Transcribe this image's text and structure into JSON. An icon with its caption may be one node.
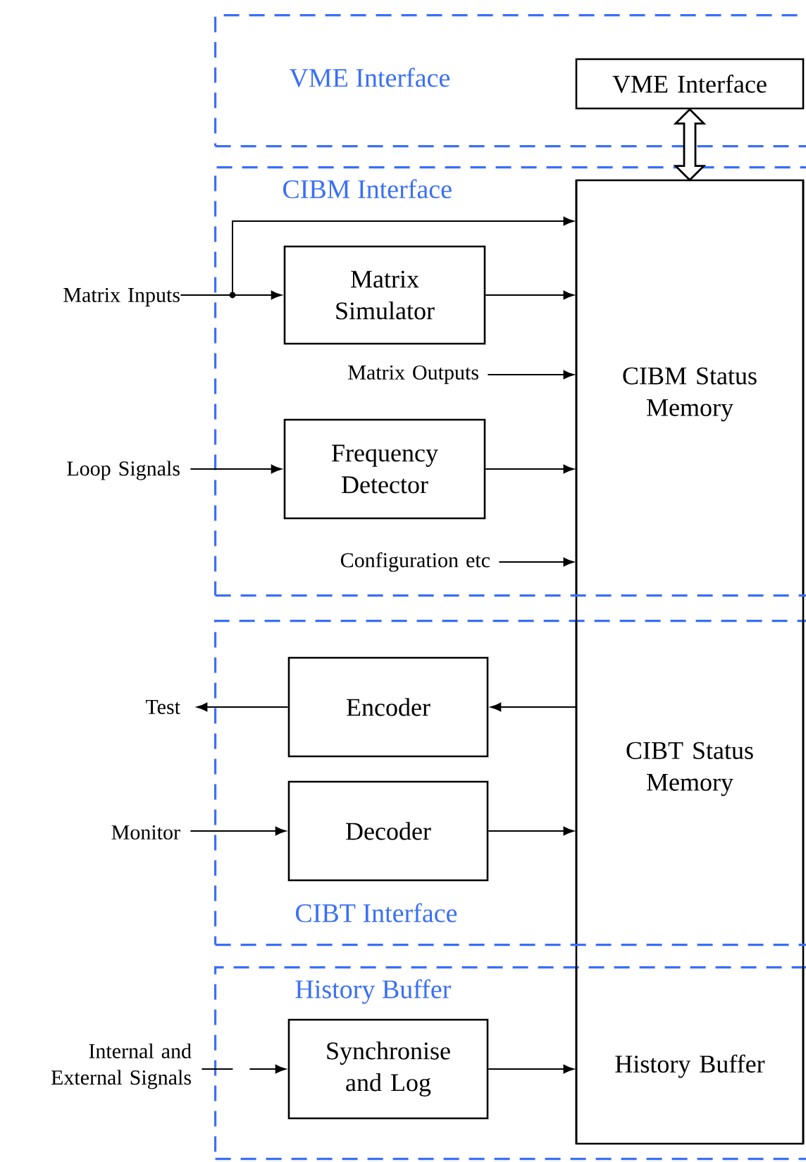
{
  "diagram": {
    "nodes": [
      {
        "text": [
          "VME Interface"
        ]
      },
      {
        "text": [
          "VME Interface"
        ],
        "in": 0
      },
      {
        "text": [
          "CIBM Interface"
        ]
      },
      {
        "text": [
          "Matrix Inputs"
        ]
      },
      {
        "text": [
          "Matrix Simulator"
        ],
        "in": 2
      },
      {
        "text": [
          "Matrix Outputs"
        ],
        "in": 2
      },
      {
        "text": [
          "Loop Signals"
        ]
      },
      {
        "text": [
          "Frequency Detector"
        ],
        "in": 2
      },
      {
        "text": [
          "Configuration etc"
        ],
        "in": 2
      },
      {
        "text": [
          "CIBM Status Memory"
        ],
        "in": 2
      },
      {
        "text": [
          "CIBT Interface"
        ]
      },
      {
        "text": [
          "Test"
        ]
      },
      {
        "text": [
          "Encoder"
        ],
        "in": 10
      },
      {
        "text": [
          "Monitor"
        ]
      },
      {
        "text": [
          "Decoder"
        ],
        "in": 10
      },
      {
        "text": [
          "CIBT Status Memory"
        ],
        "in": 10
      },
      {
        "text": [
          "History Buffer"
        ]
      },
      {
        "text": [
          "Internal and External Signals"
        ]
      },
      {
        "text": [
          "Synchronise and Log"
        ],
        "in": 16
      },
      {
        "text": [
          "History Buffer"
        ],
        "in": 16
      }
    ],
    "edges": [
      {
        "from": 1,
        "to": 9,
        "arrow": "both",
        "style": "thick"
      },
      {
        "from": 3,
        "to": 4,
        "arrow": "to"
      },
      {
        "from": 3,
        "to": 9,
        "arrow": "to"
      },
      {
        "from": 4,
        "to": 9,
        "arrow": "to"
      },
      {
        "from": 5,
        "to": 9,
        "arrow": "to"
      },
      {
        "from": 6,
        "to": 7,
        "arrow": "to"
      },
      {
        "from": 7,
        "to": 9,
        "arrow": "to"
      },
      {
        "from": 8,
        "to": 9,
        "arrow": "to"
      },
      {
        "from": 15,
        "to": 12,
        "arrow": "to"
      },
      {
        "from": 12,
        "to": 11,
        "arrow": "to"
      },
      {
        "from": 13,
        "to": 14,
        "arrow": "to"
      },
      {
        "from": 14,
        "to": 15,
        "arrow": "to"
      },
      {
        "from": 17,
        "to": 18,
        "arrow": "to",
        "style": "dashed"
      },
      {
        "from": 18,
        "to": 19,
        "arrow": "to"
      }
    ]
  }
}
